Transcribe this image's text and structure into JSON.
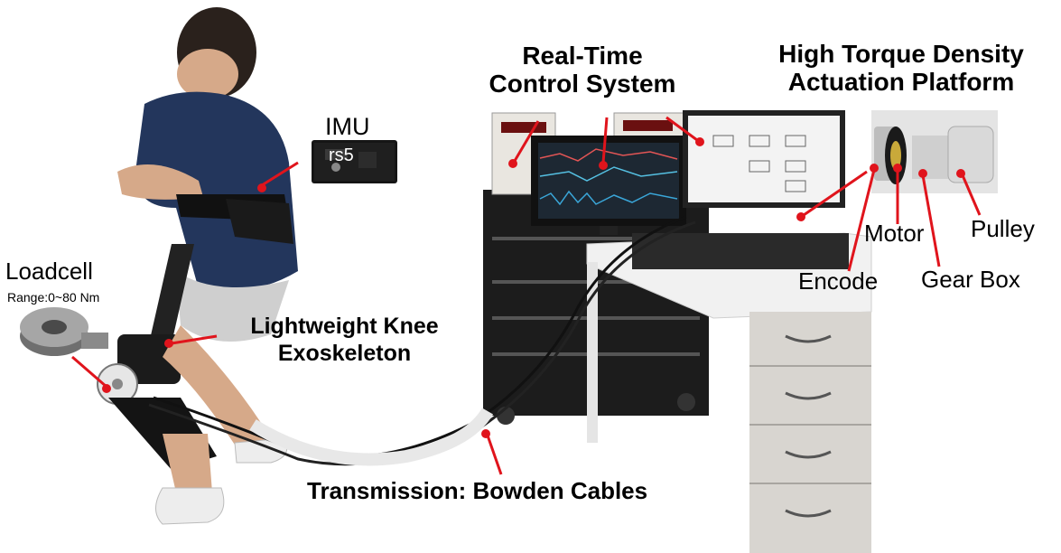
{
  "labels": {
    "imu": "IMU",
    "imu_chip_text": "rs5",
    "loadcell": "Loadcell",
    "loadcell_range": "Range:0~80 Nm",
    "knee_line1": "Lightweight Knee",
    "knee_line2": "Exoskeleton",
    "control_line1": "Real-Time",
    "control_line2": "Control System",
    "actuation_line1": "High Torque Density",
    "actuation_line2": "Actuation Platform",
    "motor": "Motor",
    "pulley": "Pulley",
    "encode": "Encode",
    "gearbox": "Gear Box",
    "transmission": "Transmission: Bowden Cables"
  },
  "colors": {
    "leader": "#e0141c",
    "shirt": "#23365c",
    "cabinet": "#1c1c1c",
    "monitor": "#111111",
    "drawer": "#d8d5d0"
  }
}
